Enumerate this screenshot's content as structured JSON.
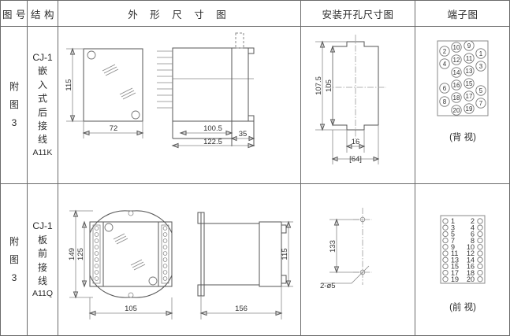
{
  "table": {
    "headers": [
      {
        "key": "fig_no",
        "label": "图 号"
      },
      {
        "key": "structure",
        "label": "结 构"
      },
      {
        "key": "outline",
        "label": "外 形 尺 寸 图"
      },
      {
        "key": "cutout",
        "label": "安装开孔尺寸图"
      },
      {
        "key": "terminal",
        "label": "端子图"
      }
    ],
    "rows": [
      {
        "fig_no": [
          "附",
          "图",
          "3"
        ],
        "structure": {
          "model": "CJ-1",
          "chars": [
            "嵌",
            "入",
            "式",
            "后",
            "接",
            "线"
          ],
          "code": "A11K"
        },
        "outline": {
          "dims": [
            "115",
            "72",
            "100.5",
            "122.5",
            "35"
          ]
        },
        "cutout": {
          "dims": [
            "107.5",
            "105",
            "16",
            "[64]"
          ]
        },
        "terminal": {
          "caption": "(背 视)",
          "view": "back",
          "columns": {
            "left_outer": [
              "2",
              "4",
              "6",
              "8"
            ],
            "inner_left": [
              "10",
              "12",
              "14",
              "16",
              "18",
              "20"
            ],
            "inner_right": [
              "9",
              "11",
              "13",
              "15",
              "17",
              "19"
            ],
            "right_outer": [
              "1",
              "3",
              "5",
              "7"
            ]
          }
        }
      },
      {
        "fig_no": [
          "附",
          "图",
          "3"
        ],
        "structure": {
          "model": "CJ-1",
          "chars": [
            "板",
            "前",
            "接",
            "线"
          ],
          "code": "A11Q"
        },
        "outline": {
          "dims": [
            "149",
            "125",
            "105",
            "156",
            "115"
          ]
        },
        "cutout": {
          "dims": [
            "133",
            "2-ø5"
          ]
        },
        "terminal": {
          "caption": "(前 视)",
          "view": "front",
          "pairs": [
            [
              "1",
              "2"
            ],
            [
              "3",
              "4"
            ],
            [
              "5",
              "6"
            ],
            [
              "7",
              "8"
            ],
            [
              "9",
              "10"
            ],
            [
              "11",
              "12"
            ],
            [
              "13",
              "14"
            ],
            [
              "15",
              "16"
            ],
            [
              "17",
              "18"
            ],
            [
              "19",
              "20"
            ]
          ]
        }
      }
    ]
  },
  "colors": {
    "line": "#6b6b6b",
    "drawing": "#555555",
    "text": "#2b2b2b",
    "background": "#ffffff"
  }
}
